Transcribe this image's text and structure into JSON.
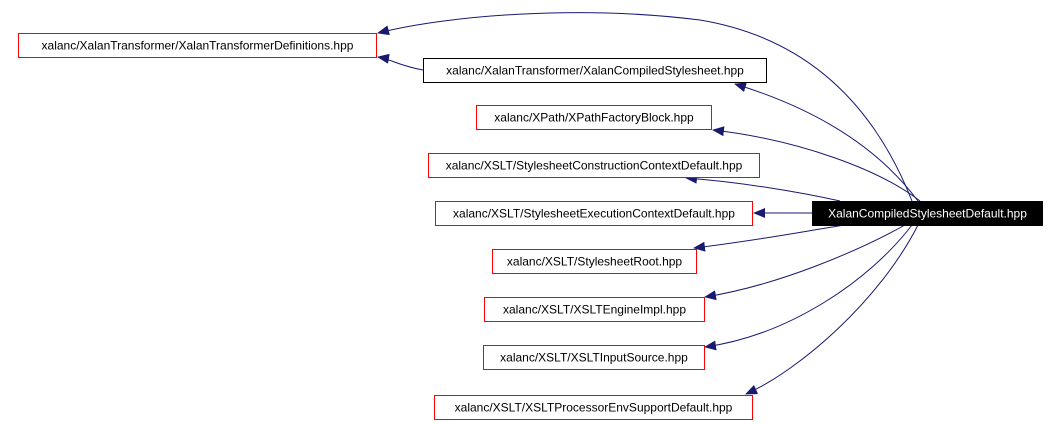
{
  "diagram": {
    "type": "include-dependency-graph",
    "root": {
      "id": "root",
      "label": "XalanCompiledStylesheetDefault.hpp",
      "fill": "#000000",
      "text_color": "#ffffff"
    },
    "nodes": [
      {
        "id": "n1",
        "label": "xalanc/XalanTransformer/XalanTransformerDefinitions.hpp",
        "border": "#ff0000"
      },
      {
        "id": "n2",
        "label": "xalanc/XalanTransformer/XalanCompiledStylesheet.hpp",
        "border": "#000000"
      },
      {
        "id": "n3",
        "label": "xalanc/XPath/XPathFactoryBlock.hpp",
        "border": "#ff0000"
      },
      {
        "id": "n4",
        "label": "xalanc/XSLT/StylesheetConstructionContextDefault.hpp",
        "border": "#ff0000"
      },
      {
        "id": "n5",
        "label": "xalanc/XSLT/StylesheetExecutionContextDefault.hpp",
        "border": "#ff0000"
      },
      {
        "id": "n6",
        "label": "xalanc/XSLT/StylesheetRoot.hpp",
        "border": "#ff0000"
      },
      {
        "id": "n7",
        "label": "xalanc/XSLT/XSLTEngineImpl.hpp",
        "border": "#ff0000"
      },
      {
        "id": "n8",
        "label": "xalanc/XSLT/XSLTInputSource.hpp",
        "border": "#ff0000"
      },
      {
        "id": "n9",
        "label": "xalanc/XSLT/XSLTProcessorEnvSupportDefault.hpp",
        "border": "#ff0000"
      }
    ],
    "edges": [
      {
        "from": "root",
        "to": "n1"
      },
      {
        "from": "n2",
        "to": "n1"
      },
      {
        "from": "root",
        "to": "n2"
      },
      {
        "from": "root",
        "to": "n3"
      },
      {
        "from": "root",
        "to": "n4"
      },
      {
        "from": "root",
        "to": "n5"
      },
      {
        "from": "root",
        "to": "n6"
      },
      {
        "from": "root",
        "to": "n7"
      },
      {
        "from": "root",
        "to": "n8"
      },
      {
        "from": "root",
        "to": "n9"
      }
    ],
    "edge_color": "#191970"
  }
}
